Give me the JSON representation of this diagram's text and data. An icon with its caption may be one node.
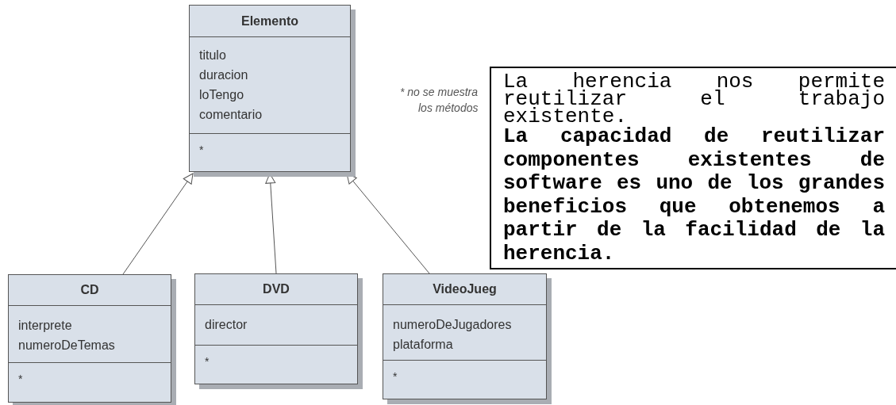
{
  "diagram": {
    "nodes": [
      {
        "text": [
          "Elemento",
          "titulo duracion loTengo comentario",
          "*"
        ]
      },
      {
        "text": [
          "CD",
          "interprete numeroDeTemas",
          "*"
        ]
      },
      {
        "text": [
          "DVD",
          "director",
          "*"
        ]
      },
      {
        "text": [
          "VideoJueg",
          "numeroDeJugadores plataforma",
          "*"
        ]
      },
      {
        "text": [
          "La herencia nos permite reutilizar el trabajo existente.",
          "La capacidad de reutilizar componentes existentes de software es uno de los grandes beneficios que obtenemos a partir de la facilidad de la herencia."
        ]
      }
    ],
    "edges": [
      {
        "from": 1,
        "to": 0,
        "arrow": "to"
      },
      {
        "from": 2,
        "to": 0,
        "arrow": "to"
      },
      {
        "from": 3,
        "to": 0,
        "arrow": "to"
      }
    ],
    "labels": [
      "* no se muestra",
      "los métodos"
    ]
  }
}
